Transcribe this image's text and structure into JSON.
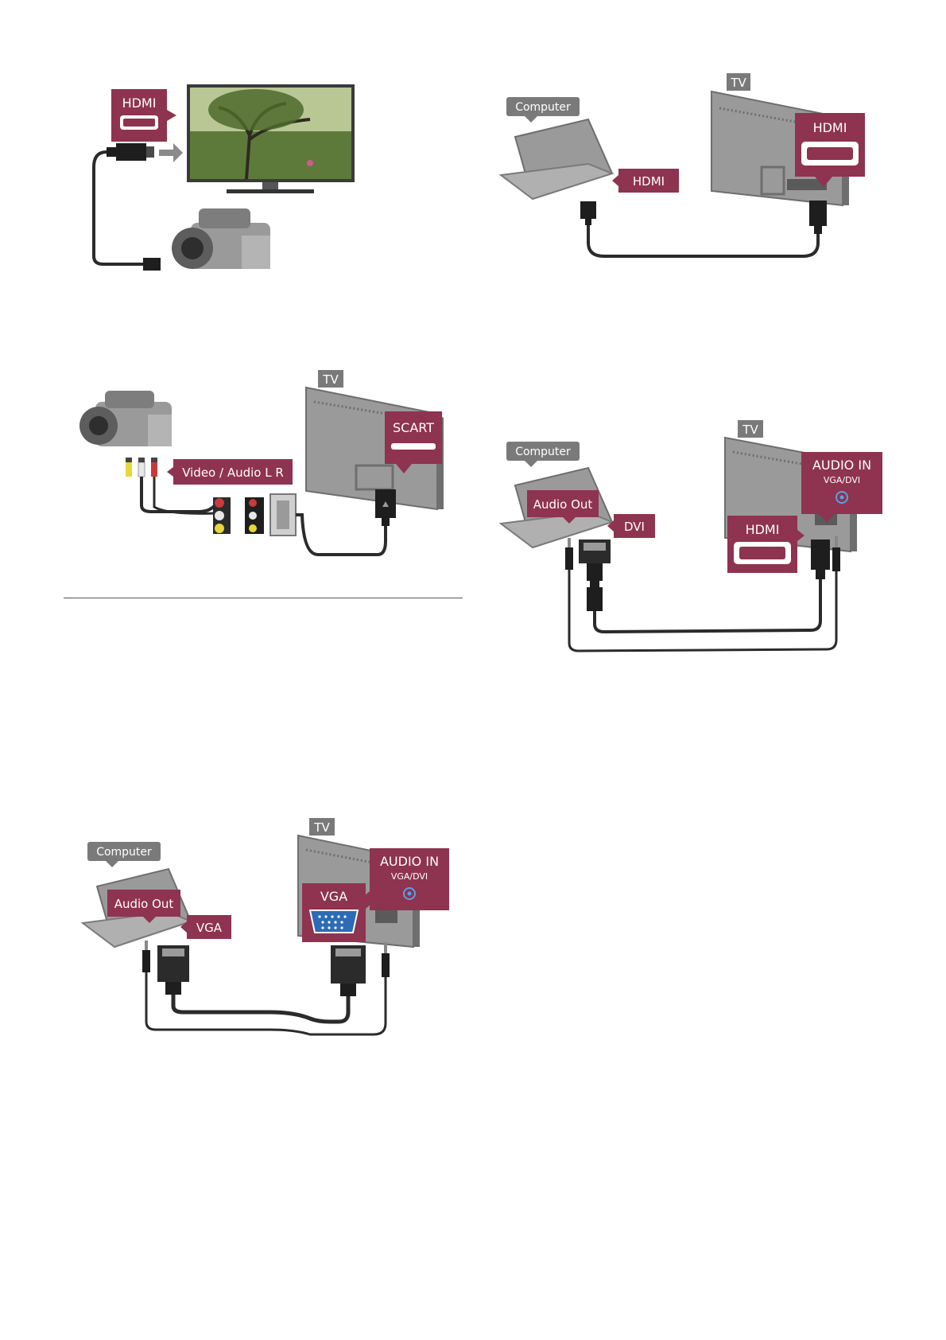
{
  "colors": {
    "accent": "#8e3350",
    "label_gray": "#7a7a7a",
    "device": "#9a9a9a",
    "device_dark": "#6e6e6e",
    "cable": "#2b2b2b",
    "connector": "#1e1e1e",
    "vga_blue": "#2d6bb5"
  },
  "figures": {
    "hdmi_camera": {
      "hdmi": "HDMI"
    },
    "computer_hdmi": {
      "computer": "Computer",
      "tv": "TV",
      "hdmi_tv": "HDMI",
      "hdmi_pc": "HDMI"
    },
    "scart_camera": {
      "tv": "TV",
      "scart": "SCART",
      "cinch": "Video / Audio L R"
    },
    "computer_dvi": {
      "computer": "Computer",
      "tv": "TV",
      "audio_out": "Audio Out",
      "dvi": "DVI",
      "audio_in": "AUDIO IN",
      "audio_in_sub": "VGA/DVI",
      "hdmi": "HDMI"
    },
    "computer_vga": {
      "computer": "Computer",
      "tv": "TV",
      "audio_out": "Audio Out",
      "vga_pc": "VGA",
      "vga_tv": "VGA",
      "audio_in": "AUDIO IN",
      "audio_in_sub": "VGA/DVI"
    }
  }
}
